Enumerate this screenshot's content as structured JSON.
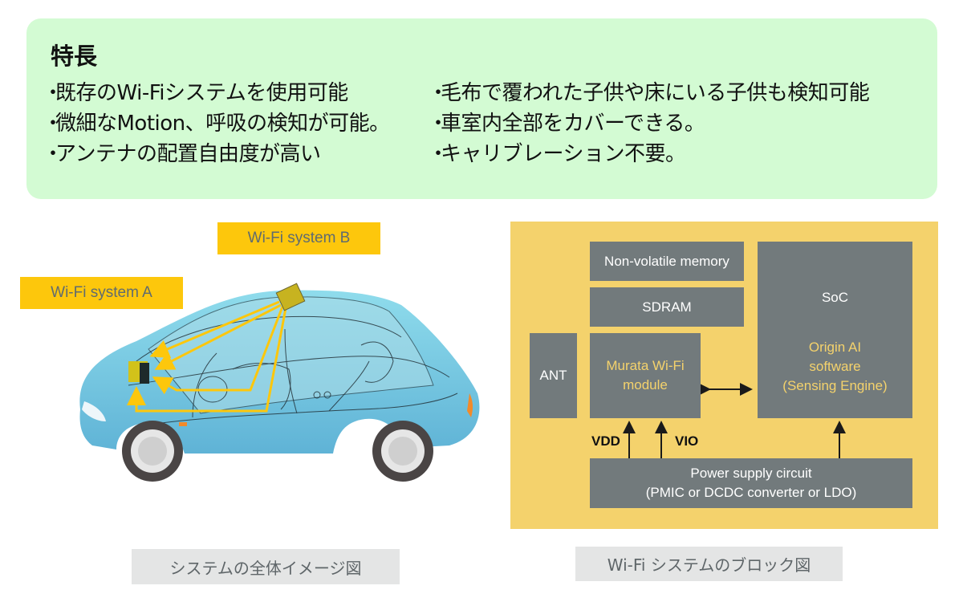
{
  "features": {
    "title": "特長",
    "bullet": "・",
    "left_items": [
      "既存のWi-Fiシステムを使用可能",
      "微細なMotion、呼吸の検知が可能。",
      "アンテナの配置自由度が高い"
    ],
    "right_items": [
      "毛布で覆われた子供や床にいる子供も検知可能",
      "車室内全部をカバーできる。",
      "キャリブレーション不要。"
    ]
  },
  "car_diagram": {
    "tag_a": "Wi-Fi system A",
    "tag_b": "Wi-Fi system B",
    "caption": "システムの全体イメージ図",
    "colors": {
      "tag": "#fdc70c",
      "body": "#7ccfe3",
      "signal": "#fdc70c"
    }
  },
  "block_diagram": {
    "caption": "Wi-Fi システムのブロック図",
    "blocks": {
      "nvm": "Non-volatile memory",
      "sdram": "SDRAM",
      "ant": "ANT",
      "wifi_line1": "Murata Wi-Fi",
      "wifi_line2": "module",
      "soc": "SoC",
      "soc_sub1": "Origin AI",
      "soc_sub2": "software",
      "soc_sub3": "(Sensing Engine)",
      "power_line1": "Power supply circuit",
      "power_line2": "(PMIC or DCDC converter or LDO)"
    },
    "labels": {
      "vdd": "VDD",
      "vio": "VIO"
    },
    "colors": {
      "background": "#f4d26c",
      "block": "#727a7c",
      "highlight": "#f4d26c"
    }
  }
}
